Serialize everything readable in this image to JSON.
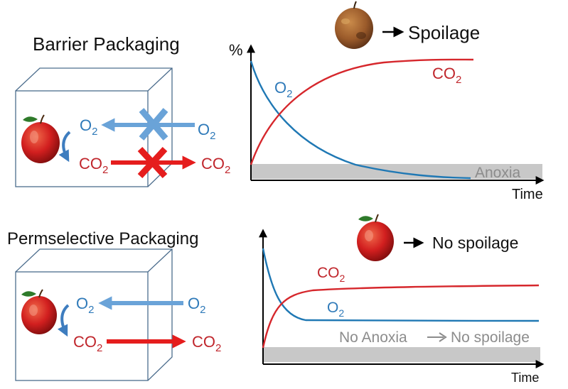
{
  "colors": {
    "o2_blue": "#2f7ab9",
    "o2_arrow": "#6aa3d8",
    "co2_red": "#c0262c",
    "co2_arrow": "#e51d1d",
    "box_stroke": "#4c6d8d",
    "anoxia_band": "#c8c8c8",
    "anoxia_text": "#8c8c8c",
    "text": "#111111"
  },
  "top": {
    "title": "Barrier Packaging",
    "outcome_text": "Spoilage",
    "outcome_icon": "rotten-apple-icon",
    "arrow_icon": "right-arrow-icon",
    "box": {
      "inward_gas_outer": "O",
      "inward_gas_inner": "O",
      "outward_gas_inner": "CO",
      "outward_gas_outer": "CO",
      "subscript": "2",
      "blocked_marker": "cross-icon"
    },
    "chart": {
      "y_axis_label": "%",
      "x_axis_label": "Time",
      "o2_label": "O",
      "co2_label": "CO",
      "subscript": "2",
      "band_label": "Anoxia"
    }
  },
  "bottom": {
    "title": "Permselective Packaging",
    "outcome_text": "No spoilage",
    "outcome_icon": "fresh-apple-icon",
    "arrow_icon": "right-arrow-icon",
    "box": {
      "inward_gas_outer": "O",
      "inward_gas_inner": "O",
      "outward_gas_inner": "CO",
      "outward_gas_outer": "CO",
      "subscript": "2"
    },
    "chart": {
      "x_axis_label": "Time",
      "o2_label": "O",
      "co2_label": "CO",
      "subscript": "2",
      "band_label_left": "No Anoxia",
      "band_label_right": "No spoilage"
    }
  }
}
